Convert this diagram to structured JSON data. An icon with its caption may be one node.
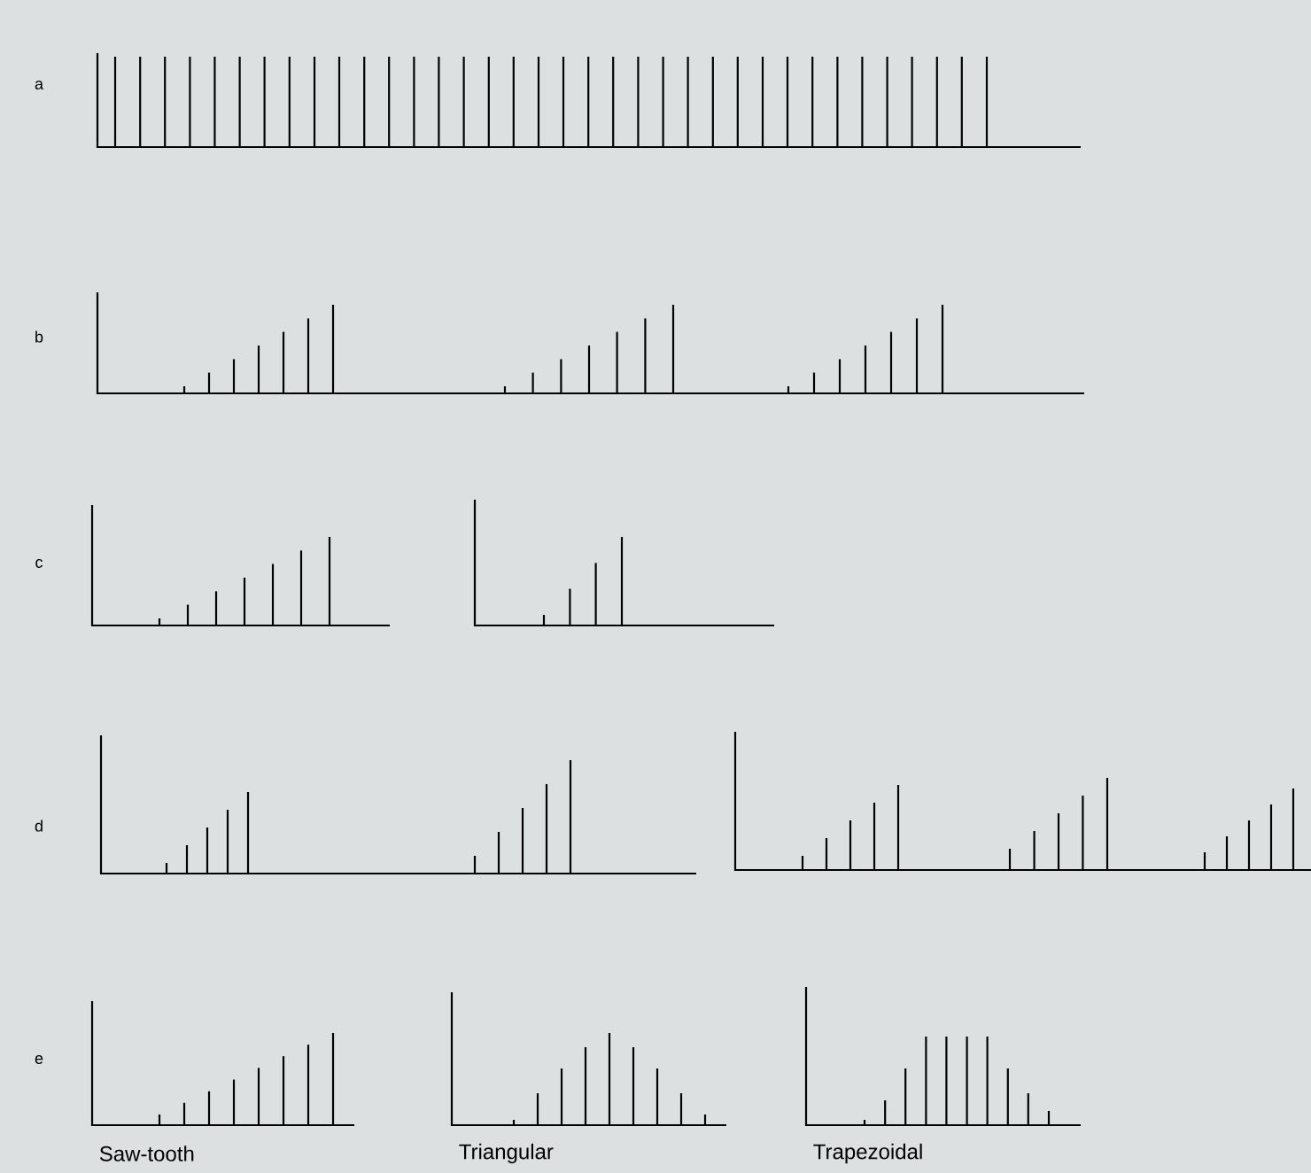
{
  "diagram": {
    "labels": [
      "a",
      "b",
      "c",
      "d",
      "e",
      "Saw-tooth",
      "Triangular",
      "Trapezoidal"
    ]
  }
}
